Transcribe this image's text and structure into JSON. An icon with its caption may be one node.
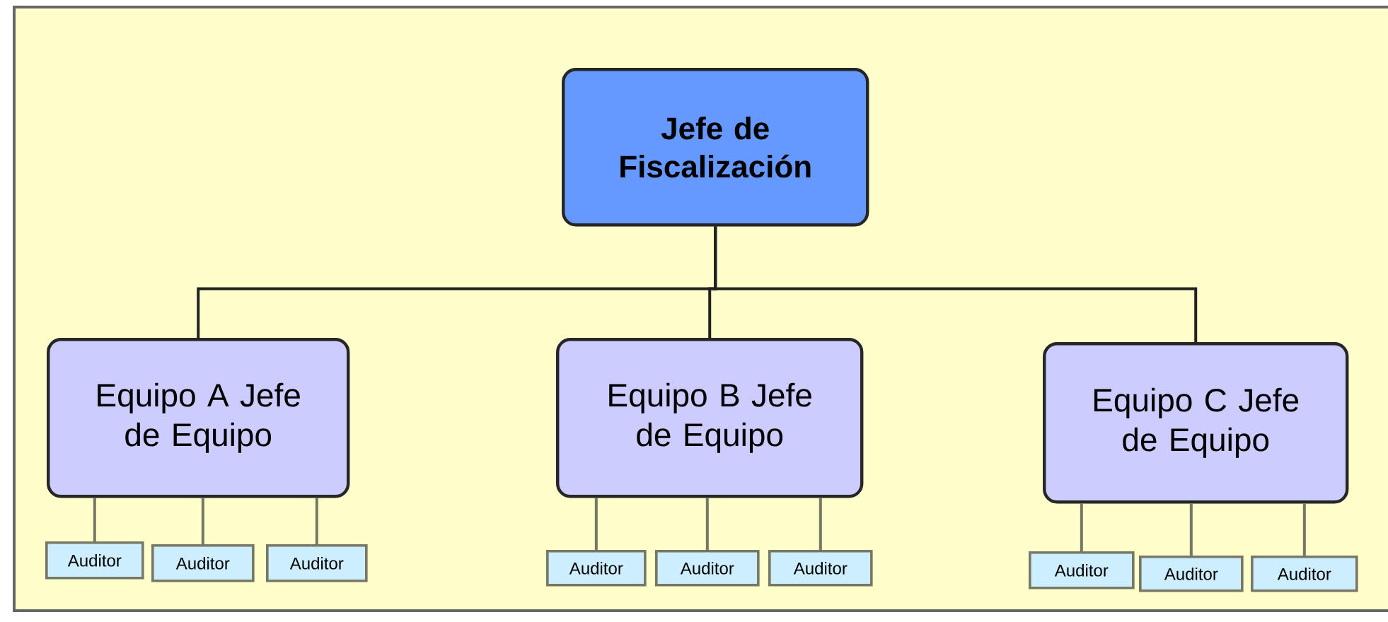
{
  "diagram": {
    "nodes": [
      {
        "text": [
          "Jefe de Fiscalización"
        ]
      },
      {
        "text": [
          "Equipo A Jefe de Equipo"
        ]
      },
      {
        "text": [
          "Equipo B Jefe de Equipo"
        ]
      },
      {
        "text": [
          "Equipo C Jefe de Equipo"
        ]
      },
      {
        "text": [
          "Auditor"
        ]
      },
      {
        "text": [
          "Auditor"
        ]
      },
      {
        "text": [
          "Auditor"
        ]
      },
      {
        "text": [
          "Auditor"
        ]
      },
      {
        "text": [
          "Auditor"
        ]
      },
      {
        "text": [
          "Auditor"
        ]
      },
      {
        "text": [
          "Auditor"
        ]
      },
      {
        "text": [
          "Auditor"
        ]
      },
      {
        "text": [
          "Auditor"
        ]
      }
    ],
    "edges": [
      {
        "from": 0,
        "to": 1,
        "arrow": "none",
        "color": "#222222"
      },
      {
        "from": 0,
        "to": 2,
        "arrow": "none",
        "color": "#222222"
      },
      {
        "from": 0,
        "to": 3,
        "arrow": "none",
        "color": "#222222"
      },
      {
        "from": 1,
        "to": 4,
        "arrow": "none"
      },
      {
        "from": 1,
        "to": 5,
        "arrow": "none"
      },
      {
        "from": 1,
        "to": 6,
        "arrow": "none"
      },
      {
        "from": 2,
        "to": 7,
        "arrow": "none"
      },
      {
        "from": 2,
        "to": 8,
        "arrow": "none"
      },
      {
        "from": 2,
        "to": 9,
        "arrow": "none"
      },
      {
        "from": 3,
        "to": 10,
        "arrow": "none"
      },
      {
        "from": 3,
        "to": 11,
        "arrow": "none"
      },
      {
        "from": 3,
        "to": 12,
        "arrow": "none"
      }
    ]
  }
}
